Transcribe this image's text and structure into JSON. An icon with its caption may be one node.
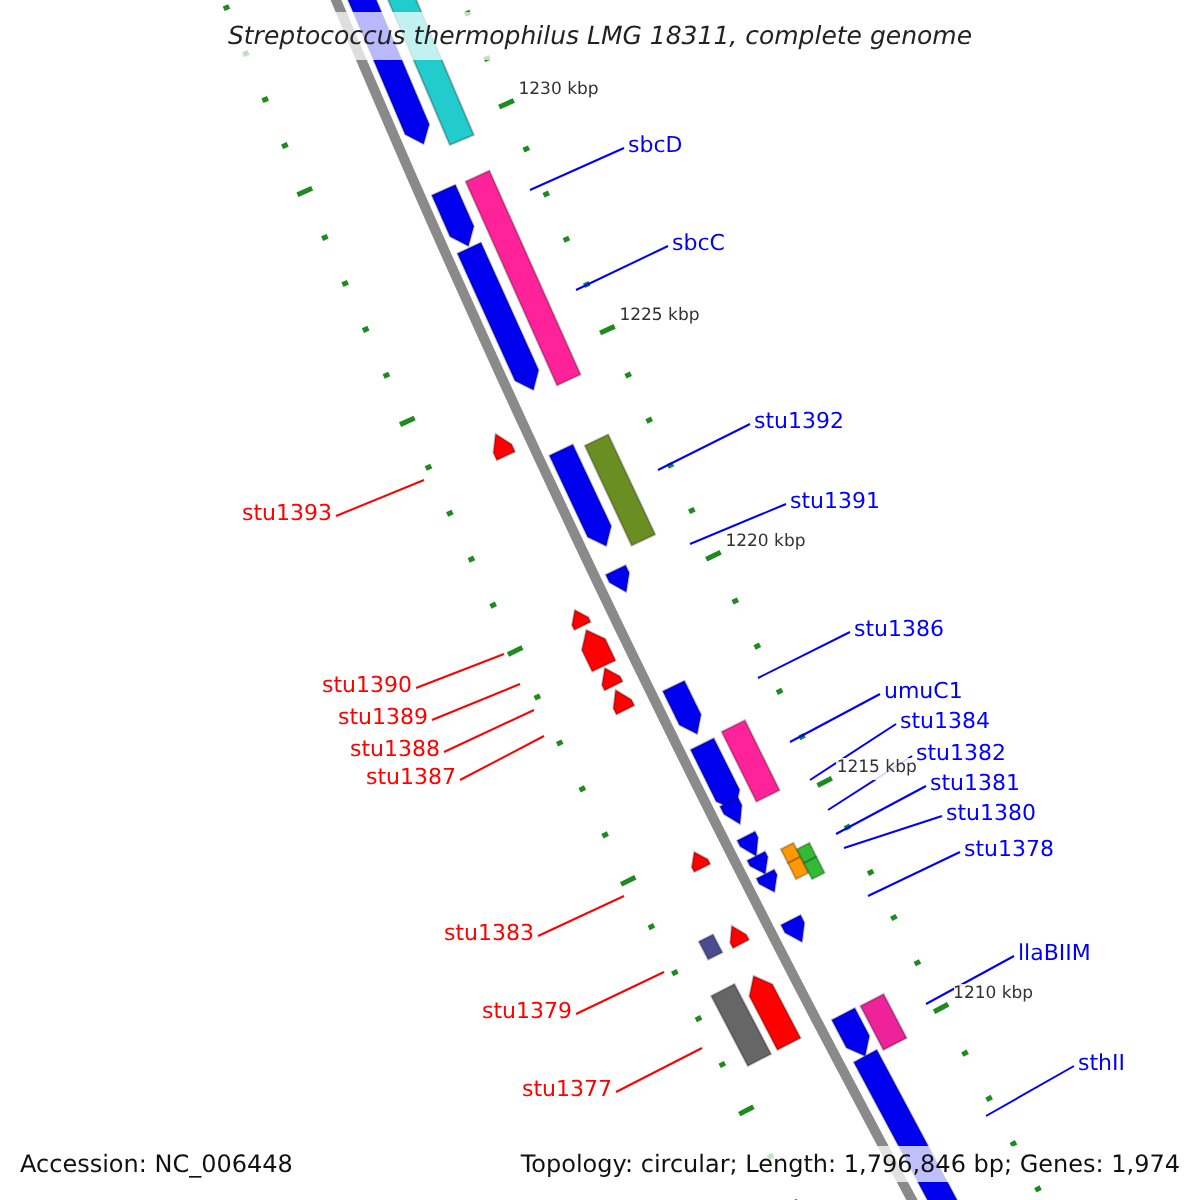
{
  "diagram": {
    "title": "Streptococcus thermophilus LMG 18311, complete genome",
    "nodes": [
      {
        "text": [
          "sbcD"
        ]
      },
      {
        "text": [
          "sbcC"
        ]
      },
      {
        "text": [
          "stu1392"
        ]
      },
      {
        "text": [
          "stu1391"
        ]
      },
      {
        "text": [
          "stu1393"
        ]
      },
      {
        "text": [
          "stu1386"
        ]
      },
      {
        "text": [
          "stu1390"
        ]
      },
      {
        "text": [
          "umuC1"
        ]
      },
      {
        "text": [
          "stu1389"
        ]
      },
      {
        "text": [
          "stu1384"
        ]
      },
      {
        "text": [
          "stu1388"
        ]
      },
      {
        "text": [
          "stu1382"
        ]
      },
      {
        "text": [
          "stu1387"
        ]
      },
      {
        "text": [
          "stu1381"
        ]
      },
      {
        "text": [
          "stu1380"
        ]
      },
      {
        "text": [
          "stu1378"
        ]
      },
      {
        "text": [
          "stu1383"
        ]
      },
      {
        "text": [
          "llaBIIM"
        ]
      },
      {
        "text": [
          "stu1379"
        ]
      },
      {
        "text": [
          "sthII"
        ]
      },
      {
        "text": [
          "stu1377"
        ]
      }
    ],
    "edges": [
      {
        "from": 0,
        "to": null,
        "arrow": "none"
      },
      {
        "from": 1,
        "to": null,
        "arrow": "none"
      },
      {
        "from": 2,
        "to": null,
        "arrow": "none"
      },
      {
        "from": 3,
        "to": null,
        "arrow": "none"
      },
      {
        "from": 4,
        "to": null,
        "arrow": "none",
        "color": "#ff0000"
      },
      {
        "from": 5,
        "to": null,
        "arrow": "none"
      },
      {
        "from": 6,
        "to": null,
        "arrow": "none",
        "color": "#ff0000"
      },
      {
        "from": 7,
        "to": null,
        "arrow": "none"
      },
      {
        "from": 8,
        "to": null,
        "arrow": "none",
        "color": "#ff0000"
      },
      {
        "from": 9,
        "to": null,
        "arrow": "none"
      },
      {
        "from": 10,
        "to": null,
        "arrow": "none",
        "color": "#ff0000"
      },
      {
        "from": 11,
        "to": null,
        "arrow": "none"
      },
      {
        "from": 12,
        "to": null,
        "arrow": "none",
        "color": "#ff0000"
      },
      {
        "from": 13,
        "to": null,
        "arrow": "none"
      },
      {
        "from": 14,
        "to": null,
        "arrow": "none"
      },
      {
        "from": 15,
        "to": null,
        "arrow": "none"
      },
      {
        "from": 16,
        "to": null,
        "arrow": "none",
        "color": "#ff0000"
      },
      {
        "from": 17,
        "to": null,
        "arrow": "none"
      },
      {
        "from": 18,
        "to": null,
        "arrow": "none",
        "color": "#ff0000"
      },
      {
        "from": 19,
        "to": null,
        "arrow": "none"
      },
      {
        "from": 20,
        "to": null,
        "arrow": "none",
        "color": "#ff0000"
      }
    ],
    "labels": [
      "1230 kbp",
      "1225 kbp",
      "1220 kbp",
      "1215 kbp",
      "1210 kbp",
      "Accession: NC_006448",
      "Topology: circular; Length: 1,796,846 bp; Genes: 1,974"
    ]
  }
}
